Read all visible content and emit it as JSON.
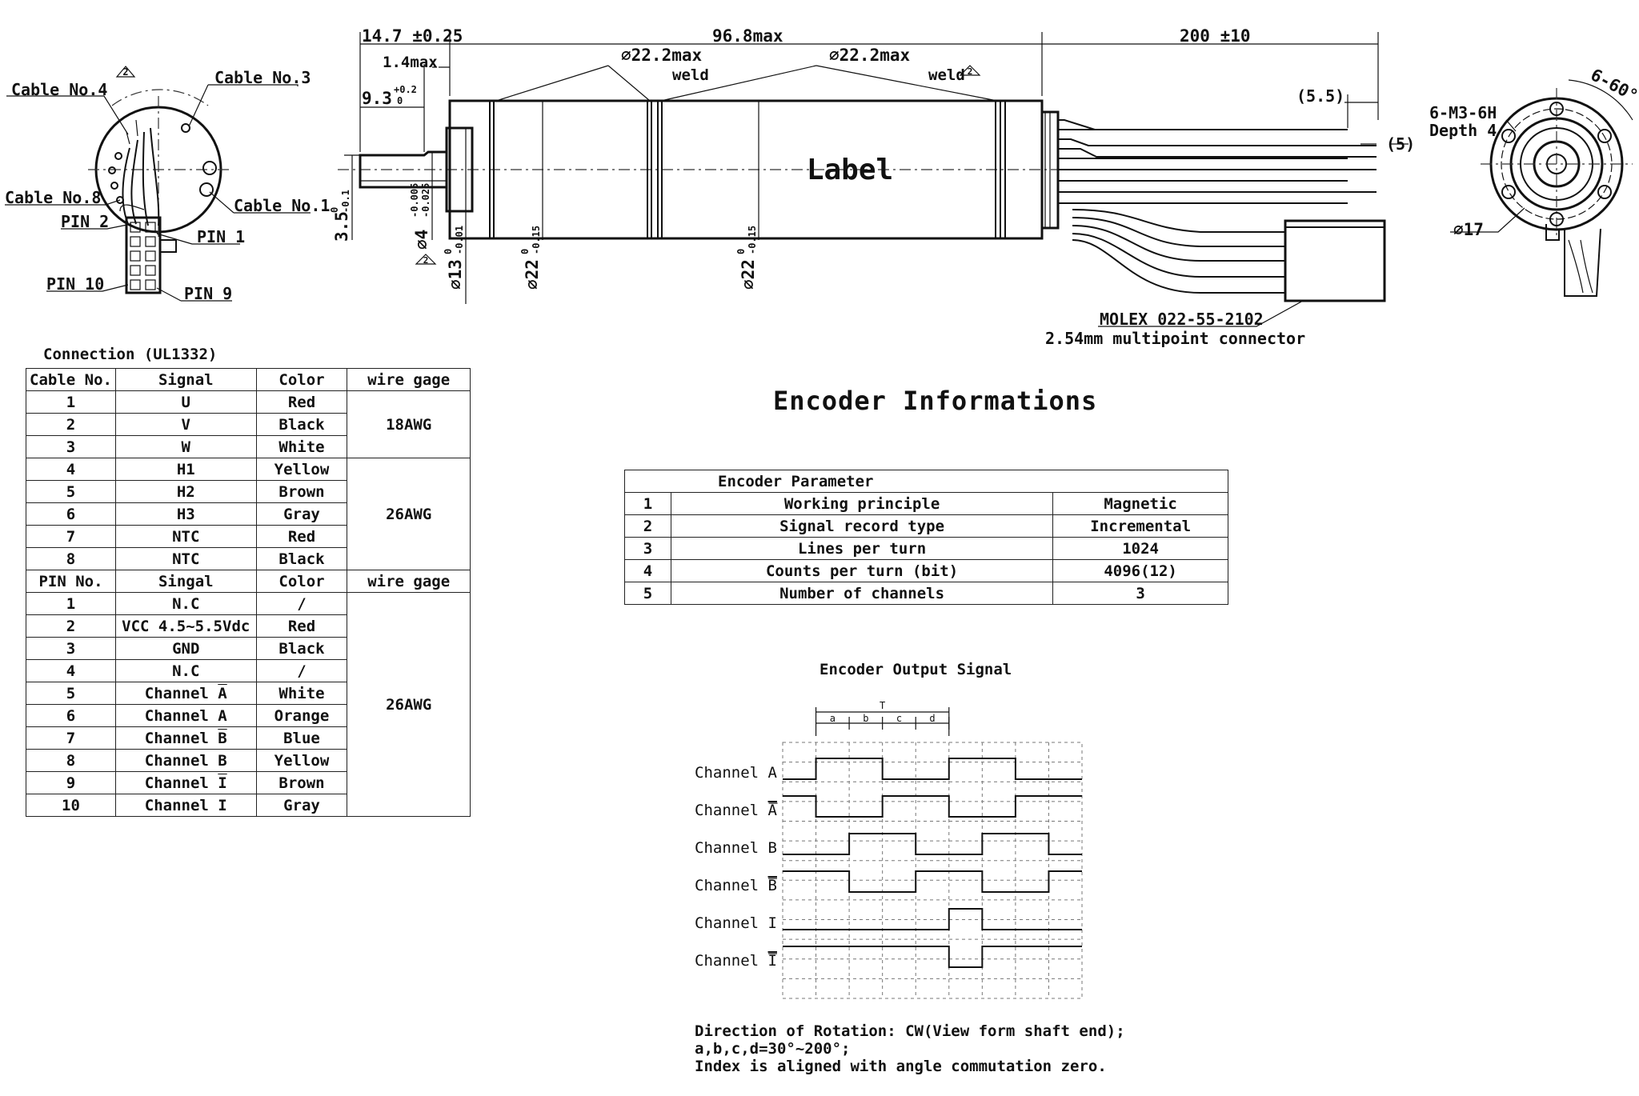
{
  "drawing": {
    "dims": {
      "shaft_len": "14.7 ±0.25",
      "body_len": "96.8max",
      "lead_len": "200 ±10",
      "flat": "1.4max",
      "shaft_flat_len": "9.3",
      "shaft_flat_tol_top": "+0.2",
      "shaft_flat_tol_bot": "0",
      "dia_weld_1": "⌀22.2max",
      "dia_weld_2": "⌀22.2max",
      "weld_1": "weld",
      "weld_2": "weld",
      "flat_height": "3.5",
      "flat_height_tol_top": "0",
      "flat_height_tol_bot": "-0.1",
      "shaft_dia": "⌀4",
      "shaft_dia_tol_top": "-0.005",
      "shaft_dia_tol_bot": "-0.025",
      "pilot_dia": "⌀13",
      "pilot_dia_tol_top": "0",
      "pilot_dia_tol_bot": "-0.01",
      "body_dia_1": "⌀22",
      "body_dia_1_tol_top": "0",
      "body_dia_1_tol_bot": "-0.15",
      "body_dia_2": "⌀22",
      "body_dia_2_tol_top": "0",
      "body_dia_2_tol_bot": "-0.15",
      "strip_1": "(5.5)",
      "strip_2": "(5)",
      "holes": "6-M3-6H",
      "depth": "Depth 4",
      "angle": "6-60°",
      "bolt_circle": "⌀17",
      "label": "Label",
      "connector_1": "MOLEX 022-55-2102",
      "connector_2": "2.54mm multipoint connector"
    },
    "end_view_labels": {
      "cable4": "Cable No.4",
      "cable3": "Cable No.3",
      "cable8": "Cable No.8",
      "cable1": "Cable No.1",
      "pin2": "PIN 2",
      "pin1": "PIN 1",
      "pin10": "PIN 10",
      "pin9": "PIN 9",
      "note_mark": "2"
    }
  },
  "connection": {
    "caption": "Connection (UL1332)",
    "headers": [
      "Cable No.",
      "Signal",
      "Color",
      "wire gage"
    ],
    "rows": [
      {
        "no": "1",
        "signal": "U",
        "color": "Red"
      },
      {
        "no": "2",
        "signal": "V",
        "color": "Black"
      },
      {
        "no": "3",
        "signal": "W",
        "color": "White"
      },
      {
        "no": "4",
        "signal": "H1",
        "color": "Yellow"
      },
      {
        "no": "5",
        "signal": "H2",
        "color": "Brown"
      },
      {
        "no": "6",
        "signal": "H3",
        "color": "Gray"
      },
      {
        "no": "7",
        "signal": "NTC",
        "color": "Red"
      },
      {
        "no": "8",
        "signal": "NTC",
        "color": "Black"
      }
    ],
    "gage_a": "18AWG",
    "gage_b": "26AWG",
    "pin_headers": [
      "PIN No.",
      "Singal",
      "Color",
      "wire gage"
    ],
    "pin_rows": [
      {
        "no": "1",
        "signal": "N.C",
        "color": "/"
      },
      {
        "no": "2",
        "signal": "VCC 4.5~5.5Vdc",
        "color": "Red"
      },
      {
        "no": "3",
        "signal": "GND",
        "color": "Black"
      },
      {
        "no": "4",
        "signal": "N.C",
        "color": "/"
      },
      {
        "no": "5",
        "signal_pre": "Channel ",
        "signal_bar": "A",
        "color": "White"
      },
      {
        "no": "6",
        "signal": "Channel A",
        "color": "Orange"
      },
      {
        "no": "7",
        "signal_pre": "Channel ",
        "signal_bar": "B",
        "color": "Blue"
      },
      {
        "no": "8",
        "signal": "Channel B",
        "color": "Yellow"
      },
      {
        "no": "9",
        "signal_pre": "Channel ",
        "signal_bar": "I",
        "color": "Brown"
      },
      {
        "no": "10",
        "signal": "Channel I",
        "color": "Gray"
      }
    ],
    "pin_gage": "26AWG"
  },
  "encoder": {
    "title": "Encoder Informations",
    "param_header": "Encoder Parameter",
    "params": [
      {
        "no": "1",
        "name": "Working principle",
        "value": "Magnetic"
      },
      {
        "no": "2",
        "name": "Signal record type",
        "value": "Incremental"
      },
      {
        "no": "3",
        "name": "Lines per turn",
        "value": "1024"
      },
      {
        "no": "4",
        "name": "Counts per turn (bit)",
        "value": "4096(12)"
      },
      {
        "no": "5",
        "name": "Number of channels",
        "value": "3"
      }
    ],
    "signal_title": "Encoder Output Signal",
    "period_label": "T",
    "segments": [
      "a",
      "b",
      "c",
      "d"
    ],
    "channels": [
      {
        "pre": "Channel A",
        "bar": "",
        "levels": [
          0,
          1,
          1,
          0,
          0,
          1,
          1,
          0,
          0
        ]
      },
      {
        "pre": "Channel ",
        "bar": "A",
        "levels": [
          1,
          0,
          0,
          1,
          1,
          0,
          0,
          1,
          1
        ]
      },
      {
        "pre": "Channel B",
        "bar": "",
        "levels": [
          0,
          0,
          1,
          1,
          0,
          0,
          1,
          1,
          0
        ]
      },
      {
        "pre": "Channel ",
        "bar": "B",
        "levels": [
          1,
          1,
          0,
          0,
          1,
          1,
          0,
          0,
          1
        ]
      },
      {
        "pre": "Channel I",
        "bar": "",
        "levels": [
          0,
          0,
          0,
          0,
          0,
          1,
          0,
          0,
          0
        ]
      },
      {
        "pre": "Channel ",
        "bar": "I",
        "levels": [
          1,
          1,
          1,
          1,
          1,
          0,
          1,
          1,
          1
        ]
      }
    ],
    "notes": [
      "Direction of Rotation: CW(View form shaft end);",
      "a,b,c,d=30°~200°;",
      "Index is aligned with angle commutation zero."
    ]
  }
}
